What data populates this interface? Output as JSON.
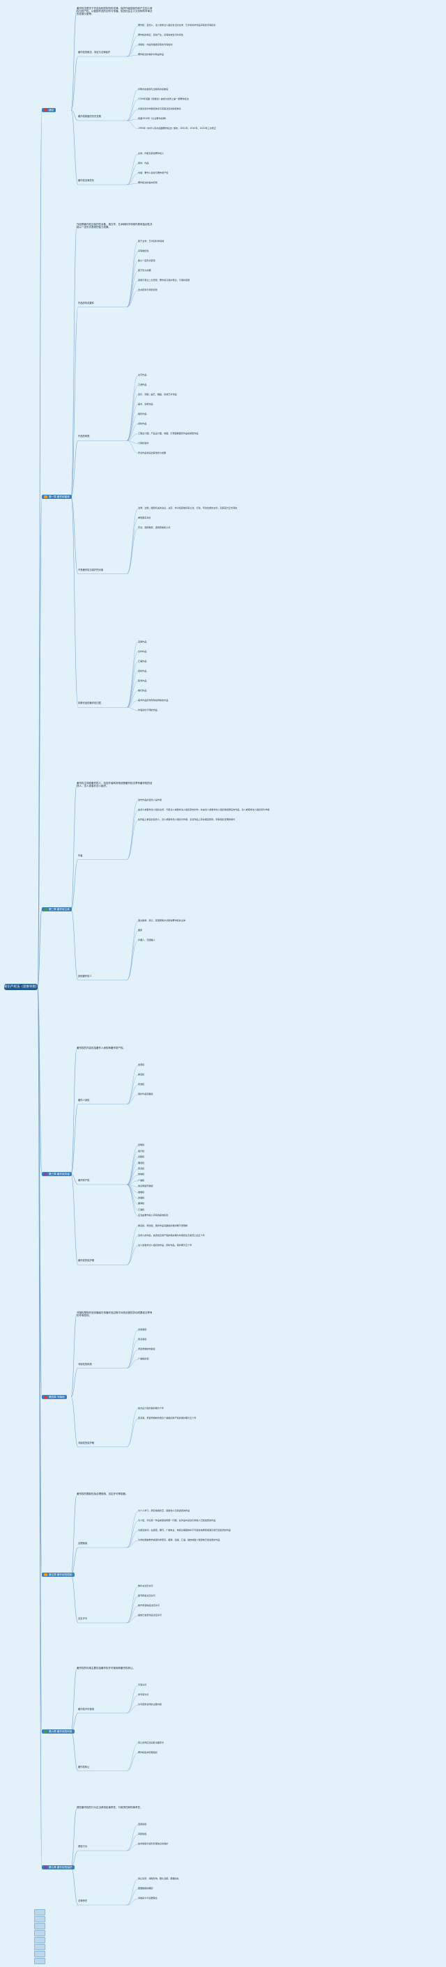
{
  "mindmap": {
    "root": "知识产权法（思维导图）",
    "colors": {
      "root": "#245b8f",
      "branch": "#3c7fb8",
      "line": "#7aa7cf",
      "highlight": "#f7e66a",
      "flag_red": "#e53935",
      "flag_orange": "#f39c12"
    },
    "chapters": [
      {
        "title": "绪论",
        "summary": "著作权法是关于作品及相关权利的法律，保护作者因创作而产生的人身权与财产权，以鼓励作品的创作与传播，促进社会主义文化和科学事业的发展与繁荣。",
        "groups": [
          {
            "label": "著作权的概念、特征与法律保护",
            "items": [
              "著作权：自然人、法人或非法人组织依法对文学、艺术和科学作品享有的专有权利",
              "著作权的特征：自动产生、具有地域性与时间性",
              "邻接权：作品传播者享有的专有权利",
              "著作权法的保护对象是作品"
            ]
          },
          {
            "label": "著作权制度的历史发展",
            "items": [
              "印刷术的发明与出版特许权制度",
              "1709年英国《安娜法》被视为世界上第一部著作权法",
              "大陆法系的作者权体系与英美法系的版权体系",
              "我国1910年《大清著作权律》",
              "1990年《中华人民共和国著作权法》颁布，2001年、2010年、2020年三次修正"
            ]
          },
          {
            "label": "著作权法律关系",
            "items": [
              "主体：作者及其他著作权人",
              "客体：作品",
              "内容：著作人身权与著作财产权",
              "著作权法的基本原则"
            ]
          }
        ]
      },
      {
        "title": "第一章 著作权客体",
        "summary": "作品是著作权法保护的对象，指文学、艺术和科学领域内具有独创性并能以一定形式表现的智力成果。",
        "groups": [
          {
            "label": "作品的构成要件",
            "items": [
              "属于文学、艺术和科学领域",
              "具有独创性",
              "能以一定形式表现",
              "属于智力成果",
              "思想与表达二分原则：著作权只保护表达，不保护思想",
              "合并原则与场景原则"
            ]
          },
          {
            "label": "作品的种类",
            "items": [
              "文字作品",
              "口述作品",
              "音乐、戏剧、曲艺、舞蹈、杂技艺术作品",
              "美术、建筑作品",
              "摄影作品",
              "视听作品",
              "工程设计图、产品设计图、地图、示意图等图形作品和模型作品",
              "计算机软件",
              "符合作品特征的其他智力成果"
            ]
          },
          {
            "label": "不受著作权法保护的对象",
            "items": [
              "法律、法规，国家机关的决议、决定、命令和其他具有立法、行政、司法性质的文件，及其官方正式译文",
              "单纯事实消息",
              "历法、通用数表、通用表格和公式"
            ]
          },
          {
            "label": "特殊作品的著作权归属",
            "items": [
              "演绎作品",
              "合作作品",
              "汇编作品",
              "视听作品",
              "职务作品",
              "委托作品",
              "美术作品原件所有权转移的作品",
              "作者身份不明的作品"
            ]
          }
        ]
      },
      {
        "title": "第二章 著作权主体",
        "summary": "著作权主体即著作权人，包括作者和其他依照著作权法享有著作权的自然人、法人或者非法人组织。",
        "groups": [
          {
            "label": "作者",
            "items": [
              "创作作品的自然人是作者",
              "由法人或者非法人组织主持，代表法人或者非法人组织意志创作，并由法人或者非法人组织承担责任的作品，法人或者非法人组织视为作者",
              "在作品上署名的自然人、法人或者非法人组织为作者，且该作品上存在相应权利，但有相反证明的除外"
            ]
          },
          {
            "label": "其他著作权人",
            "items": [
              "通过继承、受让、受遗赠等方式取得著作权的主体",
              "国家",
              "外国人、无国籍人"
            ]
          }
        ]
      },
      {
        "title": "第三章 著作权内容",
        "summary": "著作权的内容包括著作人身权和著作财产权。",
        "groups": [
          {
            "label": "著作人身权",
            "items": [
              "发表权",
              "署名权",
              "修改权",
              "保护作品完整权"
            ]
          },
          {
            "label": "著作财产权",
            "items": [
              "复制权",
              "发行权",
              "出租权",
              "展览权",
              "表演权",
              "放映权",
              "广播权",
              "信息网络传播权",
              "摄制权",
              "改编权",
              "翻译权",
              "汇编权",
              "应当由著作权人享有的其他权利"
            ]
          },
          {
            "label": "著作权的保护期",
            "items": [
              "署名权、修改权、保护作品完整权的保护期不受限制",
              "自然人的作品，发表权及财产权的保护期为作者终生及其死亡后五十年",
              "法人或者非法人组织的作品、视听作品，保护期为五十年"
            ]
          }
        ]
      },
      {
        "title": "第四章 邻接权",
        "summary": "邻接权是指作品传播者在传播作品过程中对其创造性劳动成果依法享有的专有权利。",
        "groups": [
          {
            "label": "邻接权的种类",
            "items": [
              "出版者权",
              "表演者权",
              "录音录像制作者权",
              "广播组织权"
            ]
          },
          {
            "label": "邻接权的保护期",
            "items": [
              "版式设计权的保护期为十年",
              "表演者、录音录像制作者及广播组织财产权的保护期为五十年"
            ]
          }
        ]
      },
      {
        "title": "第五章 著作权的限制",
        "summary": "著作权的限制包括合理使用、法定许可等制度。",
        "groups": [
          {
            "label": "合理使用",
            "items": [
              "为个人学习、研究或者欣赏，使用他人已经发表的作品",
              "为介绍、评论某一作品或者说明某一问题，在作品中适当引用他人已经发表的作品",
              "为报道新闻，在报纸、期刊、广播电台、电视台等媒体中不可避免地再现或者引用已经发表的作品",
              "为学校课堂教学或者科学研究，翻译、改编、汇编、播放或者少量复制已经发表的作品"
            ]
          },
          {
            "label": "法定许可",
            "items": [
              "教科书法定许可",
              "报刊转载法定许可",
              "制作录音制品法定许可",
              "播放已发表作品法定许可"
            ]
          }
        ]
      },
      {
        "title": "第六章 著作权的利用",
        "summary": "著作权的利用主要包括著作权许可使用和著作权转让。",
        "groups": [
          {
            "label": "著作权许可使用",
            "items": [
              "专有许可",
              "非专有许可",
              "许可使用合同的主要内容"
            ]
          },
          {
            "label": "著作权转让",
            "items": [
              "转让合同应当采取书面形式",
              "著作权集体管理组织"
            ]
          }
        ]
      },
      {
        "title": "第七章 著作权的保护",
        "summary": "侵犯著作权的行为应当承担民事责任、行政责任和刑事责任。",
        "groups": [
          {
            "label": "侵权行为",
            "items": [
              "直接侵权",
              "间接侵权",
              "技术措施与权利管理信息的保护"
            ]
          },
          {
            "label": "法律责任",
            "items": [
              "停止侵害、消除影响、赔礼道歉、赔偿损失",
              "赔偿数额的确定",
              "诉前禁令与证据保全"
            ]
          }
        ]
      }
    ],
    "footer_tabs": [
      "",
      "",
      "",
      "",
      "",
      "",
      "",
      ""
    ]
  }
}
